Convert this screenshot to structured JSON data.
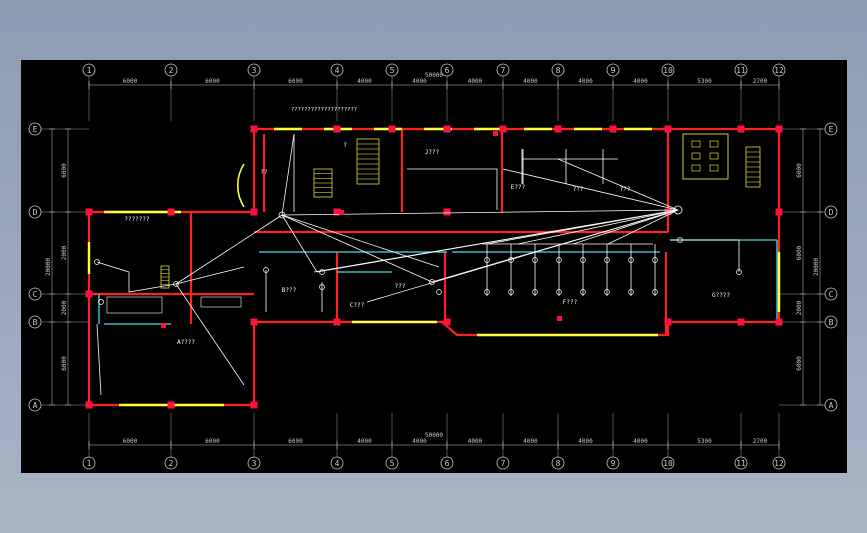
{
  "drawing": {
    "colors": {
      "background": "#000000",
      "wall": "#ff2020",
      "window": "#ffff40",
      "wire": "#ffffff",
      "dimension": "#c8c8c8",
      "axis_bubble": "#c8c8c8",
      "partition": "#40e0e0",
      "column": "#ff1040",
      "door": "#ffff40"
    },
    "axes_vertical": [
      "1",
      "2",
      "3",
      "4",
      "5",
      "6",
      "7",
      "8",
      "9",
      "10",
      "11",
      "12"
    ],
    "axes_horizontal": [
      "E",
      "D",
      "C",
      "B",
      "A"
    ],
    "total_dimension": "50000",
    "dims_top": [
      "6000",
      "6000",
      "6000",
      "4000",
      "4000",
      "4000",
      "4000",
      "4000",
      "4000",
      "5300",
      "2700"
    ],
    "dims_bottom": [
      "6000",
      "6000",
      "6000",
      "4000",
      "4000",
      "4000",
      "4000",
      "4000",
      "4000",
      "5300",
      "2700"
    ],
    "dims_left": [
      "6000",
      "2000",
      "2000",
      "6000"
    ],
    "dims_right": [
      "6000",
      "6000",
      "2000",
      "6000"
    ],
    "total_side_left": "20000",
    "total_side_right": "20000",
    "dims_left_mid": "6000",
    "room_labels": [
      "A????",
      "B???",
      "C???",
      "E???",
      "F???",
      "G????",
      "J???",
      "???",
      "???",
      "???",
      "??",
      "???????",
      "????????????????????"
    ],
    "top_note": "????????????????????",
    "small_marks": [
      "?"
    ]
  }
}
